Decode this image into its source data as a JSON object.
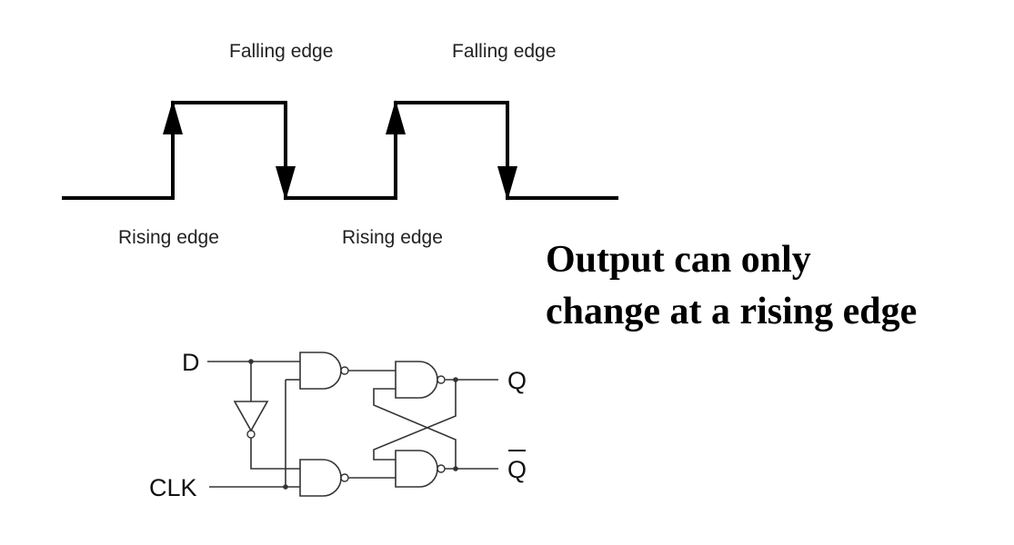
{
  "timing": {
    "falling_label_1": "Falling edge",
    "falling_label_2": "Falling edge",
    "rising_label_1": "Rising edge",
    "rising_label_2": "Rising edge"
  },
  "caption": {
    "line1": "Output can only",
    "line2": "change at a rising edge"
  },
  "circuit": {
    "input_d": "D",
    "input_clk": "CLK",
    "output_q": "Q",
    "output_qbar": "Q"
  }
}
